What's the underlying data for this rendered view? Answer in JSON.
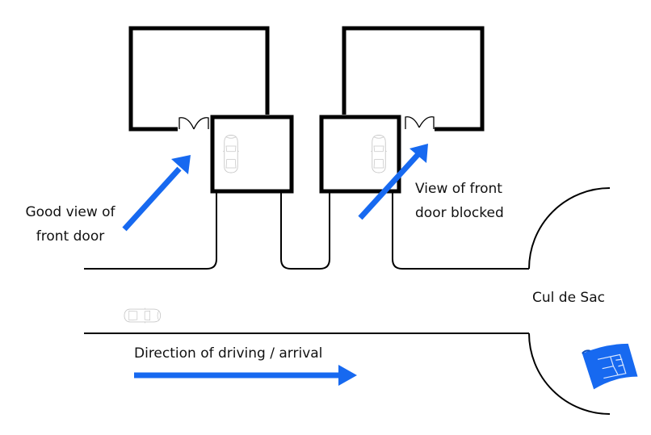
{
  "labels": {
    "good_view_line1": "Good view of",
    "good_view_line2": "front door",
    "blocked_line1": "View of front",
    "blocked_line2": "door blocked",
    "cul_de_sac": "Cul de Sac",
    "direction": "Direction of driving / arrival"
  },
  "icons": {
    "car": "car-top-view",
    "door": "double-door",
    "arrow": "arrow",
    "blueprint": "floor-plan-blueprint"
  },
  "colors": {
    "arrow": "#1769F0",
    "wall": "#000000",
    "car_outline": "#c8c8c8",
    "blueprint": "#1769F0"
  }
}
